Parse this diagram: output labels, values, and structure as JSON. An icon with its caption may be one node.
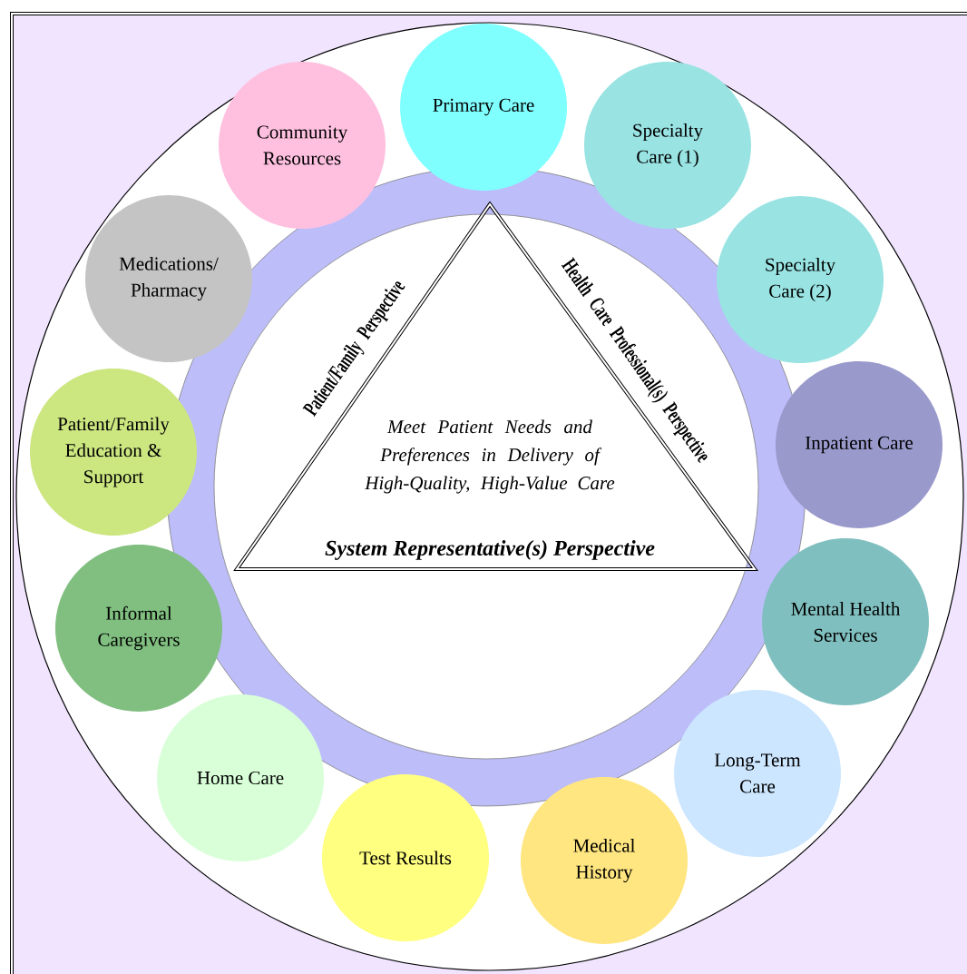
{
  "diagram": {
    "nodes": [
      {
        "text": [
          "Primary Care"
        ]
      },
      {
        "text": [
          "Specialty Care (1)"
        ]
      },
      {
        "text": [
          "Specialty Care (2)"
        ]
      },
      {
        "text": [
          "Inpatient Care"
        ]
      },
      {
        "text": [
          "Mental Health Services"
        ]
      },
      {
        "text": [
          "Long-Term Care"
        ]
      },
      {
        "text": [
          "Medical History"
        ]
      },
      {
        "text": [
          "Test Results"
        ]
      },
      {
        "text": [
          "Home Care"
        ]
      },
      {
        "text": [
          "Informal Caregivers"
        ]
      },
      {
        "text": [
          "Patient/Family Education & Support"
        ]
      },
      {
        "text": [
          "Medications/ Pharmacy"
        ]
      },
      {
        "text": [
          "Community Resources"
        ]
      },
      {
        "text": [
          "Meet Patient Needs and Preferences in Delivery of High-Quality, High-Value Care",
          "Patient/Family Perspective",
          "Health Care Professional(s) Perspective",
          "System Representative(s) Perspective"
        ]
      }
    ]
  }
}
